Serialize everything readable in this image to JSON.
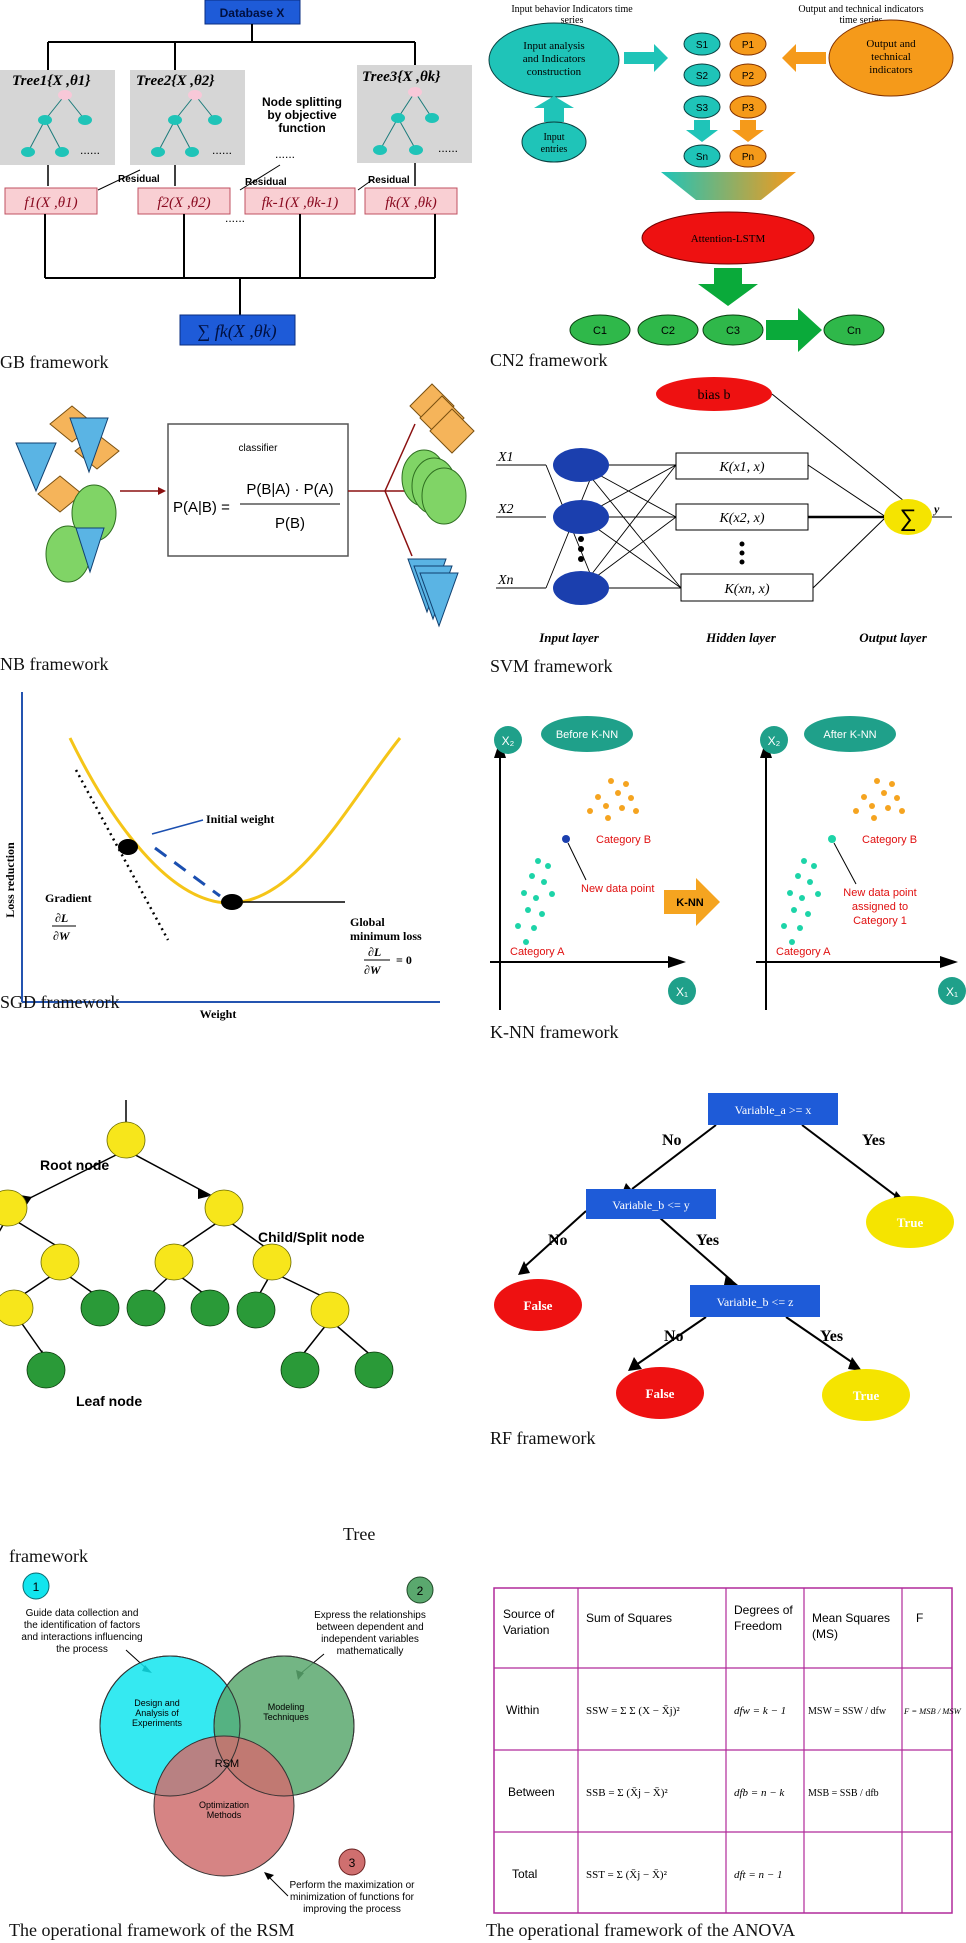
{
  "colors": {
    "blue_box": "#1e5bd8",
    "teal": "#1fc4b8",
    "orange": "#f59a1a",
    "pink_box": "#f9cfd3",
    "gray_box": "#d6d6d6",
    "red": "#ee1111",
    "yellow": "#f5e400",
    "green": "#2a9a38",
    "dark_blue": "#1b3fae",
    "curve_yellow": "#f5c518",
    "venn_cyan": "#12e5ee",
    "venn_green": "#5aa86e",
    "venn_red": "#cf6f6f",
    "table_border": "#b02a9a"
  },
  "gb": {
    "caption": "GB framework",
    "database": "Database X",
    "trees": [
      "Tree1{X ,θ1}",
      "Tree2{X ,θ2}",
      "Tree3{X ,θk}"
    ],
    "node_splitting": [
      "Node splitting",
      "by objective",
      "function"
    ],
    "residual": "Residual",
    "functions": [
      "f1(X ,θ1)",
      "f2(X ,θ2)",
      "fk-1(X ,θk-1)",
      "fk(X ,θk)"
    ],
    "sum": "∑ fk(X ,θk)",
    "dots": "......"
  },
  "cn2": {
    "caption": "CN2 framework",
    "input_title": [
      "Input behavior Indicators time",
      "series"
    ],
    "output_title": [
      "Output and technical indicators",
      "time series"
    ],
    "input_analysis": [
      "Input analysis",
      "and Indicators",
      "construction"
    ],
    "input_entries": [
      "Input",
      "entries"
    ],
    "output_tech": [
      "Output and",
      "technical",
      "indicators"
    ],
    "s_nodes": [
      "S1",
      "S2",
      "S3",
      "Sn"
    ],
    "p_nodes": [
      "P1",
      "P2",
      "P3",
      "Pn"
    ],
    "attention": "Attention-LSTM",
    "c_nodes": [
      "C1",
      "C2",
      "C3",
      "Cn"
    ]
  },
  "nb": {
    "caption": "NB framework",
    "classifier": "classifier",
    "lhs": "P(A|B) =",
    "numerator": "P(B|A) · P(A)",
    "denominator": "P(B)"
  },
  "svm": {
    "caption": "SVM framework",
    "bias": "bias b",
    "inputs": [
      "X1",
      "X2",
      "Xn"
    ],
    "kernels": [
      "K(x1, x)",
      "K(x2, x)",
      "K(xn, x)"
    ],
    "sum": "∑",
    "y": "y",
    "layers": [
      "Input layer",
      "Hidden layer",
      "Output layer"
    ]
  },
  "sgd": {
    "caption": "SGD framework",
    "ylabel": "Loss reduction",
    "xlabel": "Weight",
    "initial_weight": "Initial weight",
    "gradient": "Gradient",
    "grad_num": "∂L",
    "grad_den": "∂W",
    "global_min": [
      "Global",
      "minimum loss"
    ],
    "eq_zero": "= 0"
  },
  "knn": {
    "caption": "K-NN framework",
    "before": "Before K-NN",
    "after": "After K-NN",
    "x2": "X₂",
    "x1": "X₁",
    "cat_a": "Category A",
    "cat_b": "Category B",
    "new_point": "New data point",
    "assigned": [
      "New data point",
      "assigned to",
      "Category 1"
    ],
    "arrow": "K-NN"
  },
  "tree": {
    "caption_a": "Tree",
    "caption_b": "framework",
    "root": "Root node",
    "child": "Child/Split node",
    "leaf": "Leaf node"
  },
  "rf": {
    "caption": "RF framework",
    "box1": "Variable_a >= x",
    "box2": "Variable_b <= y",
    "box3": "Variable_b <= z",
    "no": "No",
    "yes": "Yes",
    "true_label": "True",
    "false_label": "False"
  },
  "rsm": {
    "caption": "The operational framework of the RSM",
    "n1": "1",
    "n2": "2",
    "n3": "3",
    "t1": [
      "Guide data collection and",
      "the identification of factors",
      "and interactions influencing",
      "the process"
    ],
    "t2": [
      "Express the relationships",
      "between dependent and",
      "independent variables",
      "mathematically"
    ],
    "t3": [
      "Perform the maximization or",
      "minimization of functions for",
      "improving the process"
    ],
    "c1": [
      "Design and",
      "Analysis of",
      "Experiments"
    ],
    "c2": [
      "Modeling",
      "Techniques"
    ],
    "c3": [
      "Optimization",
      "Methods"
    ],
    "center": "RSM"
  },
  "anova": {
    "caption": "The operational framework of the ANOVA",
    "headers": [
      [
        "Source of",
        "Variation"
      ],
      [
        "Sum of Squares"
      ],
      [
        "Degrees of",
        "Freedom"
      ],
      [
        "Mean Squares",
        "(MS)"
      ],
      [
        "F"
      ]
    ],
    "rows": [
      "Within",
      "Between",
      "Total"
    ],
    "ss": [
      "SSW = Σ Σ (X − X̄j)²",
      "SSB = Σ (X̄j − X̄)²",
      "SST = Σ (X̄j − X̄)²"
    ],
    "df": [
      "dfw = k − 1",
      "dfb = n − k",
      "dft = n − 1"
    ],
    "ms": [
      "MSW = SSW / dfw",
      "MSB = SSB / dfb"
    ],
    "f": "F = MSB / MSW"
  }
}
